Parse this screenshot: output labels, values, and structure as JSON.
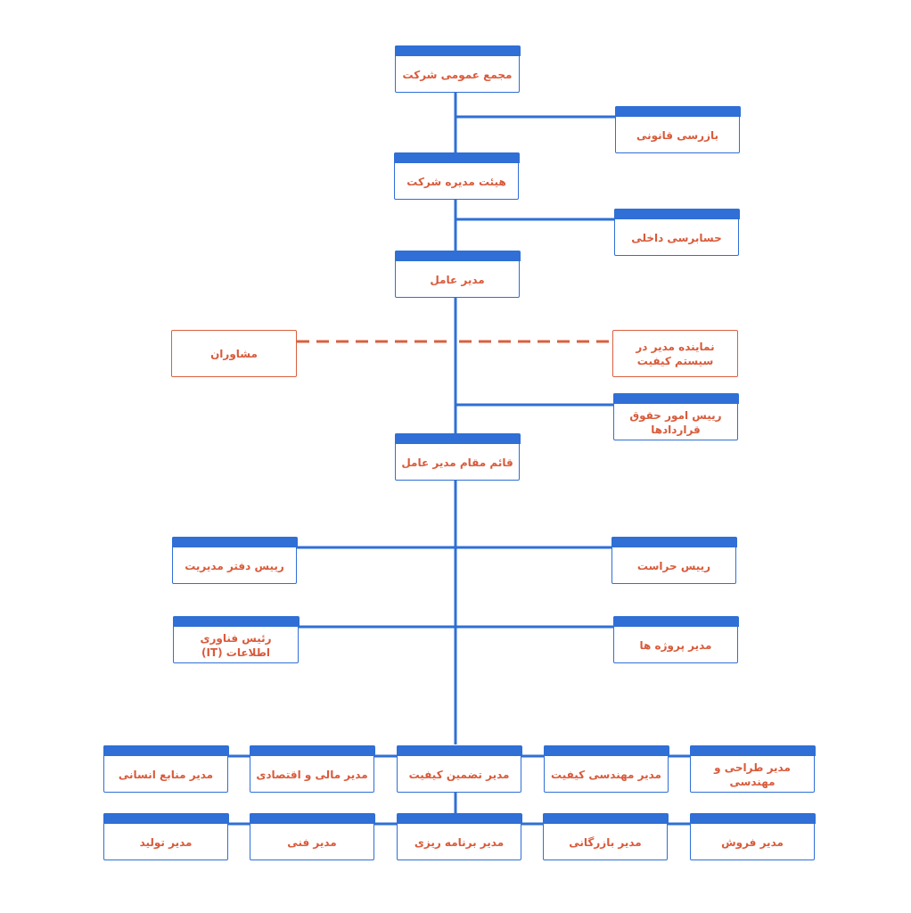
{
  "colors": {
    "header_bar": "#2f6fd6",
    "connector": "#2f6fd6",
    "text": "#d95a3a",
    "staff_border": "#d9603f",
    "dashed_line": "#d9603f"
  },
  "nodes": {
    "general_assembly": "مجمع عمومی شرکت",
    "legal_inspector": "بازرسی قانونی",
    "board_of_directors": "هیئت مدیره شرکت",
    "internal_audit": "حسابرسی داخلی",
    "ceo": "مدیر عامل",
    "advisors": "مشاوران",
    "quality_rep": "نماینده مدیر در سیستم کیفیت",
    "contracts_head": "رییس امور حقوق قراردادها",
    "deputy_ceo": "قائم مقام مدیر عامل",
    "office_head": "رییس دفتر مدیریت",
    "security_head": "رییس حراست",
    "it_head": "رئیس فناوری اطلاعات (IT)",
    "projects_manager": "مدیر پروژه ها",
    "hr_manager": "مدیر منابع انسانی",
    "finance_manager": "مدیر مالی و اقتصادی",
    "qa_manager": "مدیر تضمین کیفیت",
    "quality_eng_manager": "مدیر مهندسی کیفیت",
    "design_eng_manager": "مدیر طراحی و مهندسی",
    "production_manager": "مدیر تولید",
    "technical_manager": "مدیر فنی",
    "planning_manager": "مدیر برنامه ریزی",
    "commerce_manager": "مدیر بازرگانی",
    "sales_manager": "مدیر فروش"
  }
}
